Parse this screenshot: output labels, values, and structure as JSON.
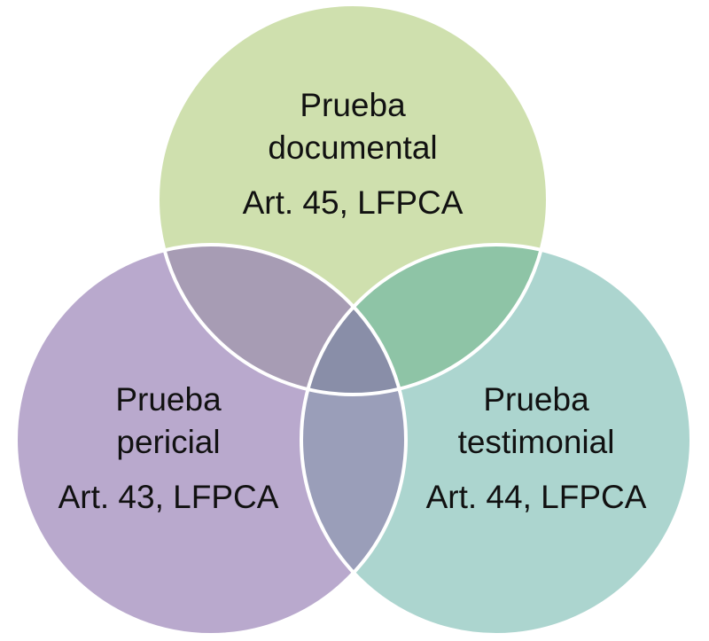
{
  "circles": {
    "top": {
      "title_line1": "Prueba",
      "title_line2": "documental",
      "reference": "Art. 45, LFPCA",
      "fill": "#cfe0ae"
    },
    "left": {
      "title_line1": "Prueba",
      "title_line2": "pericial",
      "reference": "Art. 43, LFPCA",
      "fill": "#b9a9cd"
    },
    "right": {
      "title_line1": "Prueba",
      "title_line2": "testimonial",
      "reference": "Art. 44, LFPCA",
      "fill": "#acd5cf"
    }
  },
  "overlap_colors": {
    "top_left": "#a79cb4",
    "top_right": "#8ec4a6",
    "left_right": "#9a9eb9",
    "center": "#898ea8"
  },
  "outline_color": "#ffffff"
}
